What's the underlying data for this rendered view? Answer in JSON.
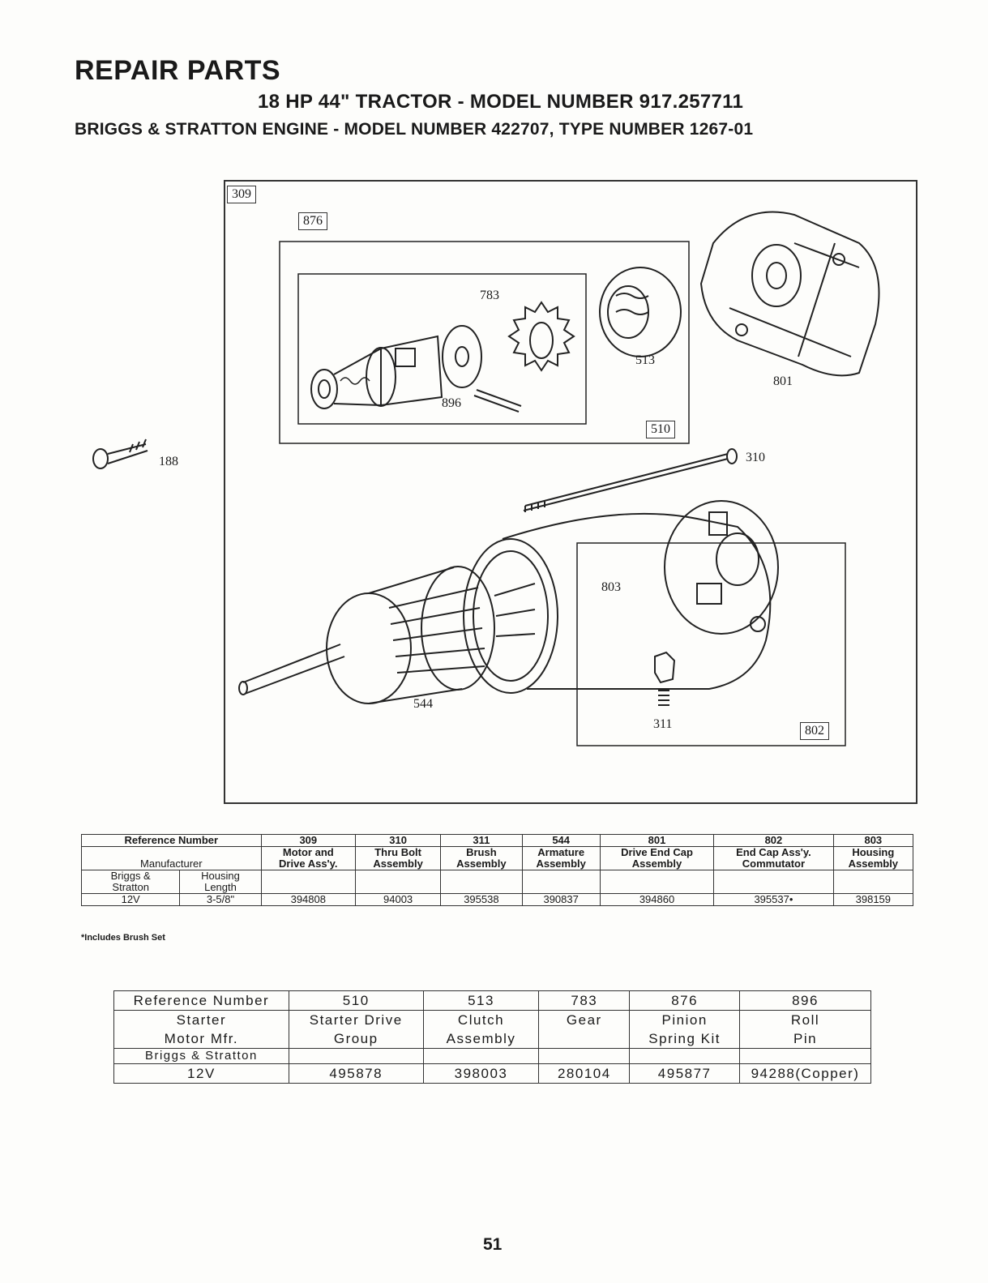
{
  "header": {
    "title": "REPAIR PARTS",
    "model_line": "18 HP 44\" TRACTOR - MODEL NUMBER 917.257711",
    "engine_line": "BRIGGS & STRATTON ENGINE - MODEL NUMBER 422707, TYPE NUMBER 1267-01"
  },
  "diagram": {
    "callouts": {
      "c309": "309",
      "c876": "876",
      "c783": "783",
      "c896": "896",
      "c513": "513",
      "c510": "510",
      "c801": "801",
      "c188": "188",
      "c310": "310",
      "c803": "803",
      "c544": "544",
      "c311": "311",
      "c802": "802"
    }
  },
  "table1": {
    "ref_label": "Reference Number",
    "mfr_label": "Manufacturer",
    "refs": [
      "309",
      "310",
      "311",
      "544",
      "801",
      "802",
      "803"
    ],
    "names": [
      [
        "Motor and",
        "Drive Ass'y."
      ],
      [
        "Thru Bolt",
        "Assembly"
      ],
      [
        "Brush",
        "Assembly"
      ],
      [
        "Armature",
        "Assembly"
      ],
      [
        "Drive End Cap",
        "Assembly"
      ],
      [
        "End Cap Ass'y.",
        "Commutator"
      ],
      [
        "Housing",
        "Assembly"
      ]
    ],
    "mfr": [
      "Briggs &",
      "Stratton"
    ],
    "housing": [
      "Housing",
      "Length"
    ],
    "voltage": "12V",
    "length": "3-5/8\"",
    "part_numbers": [
      "394808",
      "94003",
      "395538",
      "390837",
      "394860",
      "395537•",
      "398159"
    ],
    "note": "*Includes Brush Set"
  },
  "table2": {
    "ref_label": "Reference Number",
    "motor_label": [
      "Starter",
      "Motor Mfr."
    ],
    "mfr": "Briggs & Stratton",
    "voltage": "12V",
    "refs": [
      "510",
      "513",
      "783",
      "876",
      "896"
    ],
    "names": [
      [
        "Starter Drive",
        "Group"
      ],
      [
        "Clutch",
        "Assembly"
      ],
      [
        "Gear",
        ""
      ],
      [
        "Pinion",
        "Spring Kit"
      ],
      [
        "Roll",
        "Pin"
      ]
    ],
    "part_numbers": [
      "495878",
      "398003",
      "280104",
      "495877",
      "94288(Copper)"
    ]
  },
  "footer": {
    "page_number": "51"
  }
}
